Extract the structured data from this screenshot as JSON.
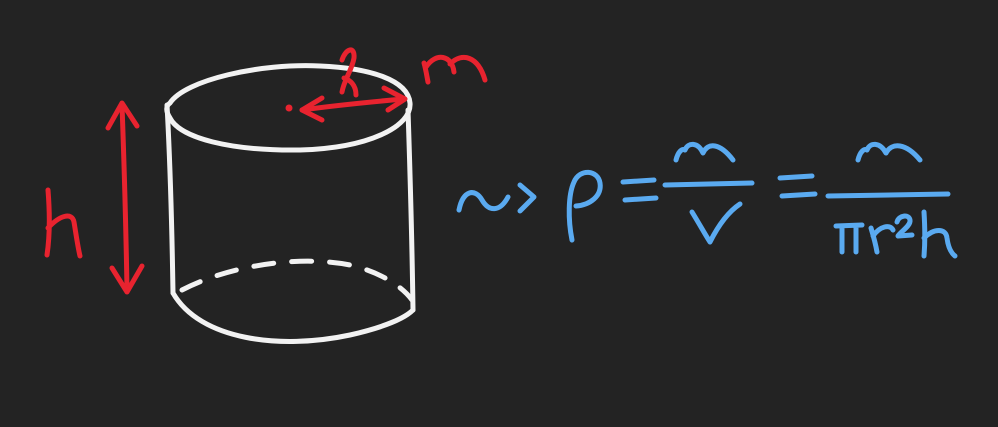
{
  "diagram": {
    "colors": {
      "background": "#232323",
      "cylinder": "#f2f2f2",
      "annotation": "#e8232f",
      "formula": "#5aaaf0"
    },
    "labels": {
      "height": "h",
      "radius": "r",
      "mass": "m"
    },
    "formula": {
      "implies": "⇝",
      "rho": "ρ",
      "equals": "=",
      "numerator_1": "m",
      "denominator_1": "V",
      "numerator_2": "m",
      "denominator_2": "πr²h"
    }
  }
}
